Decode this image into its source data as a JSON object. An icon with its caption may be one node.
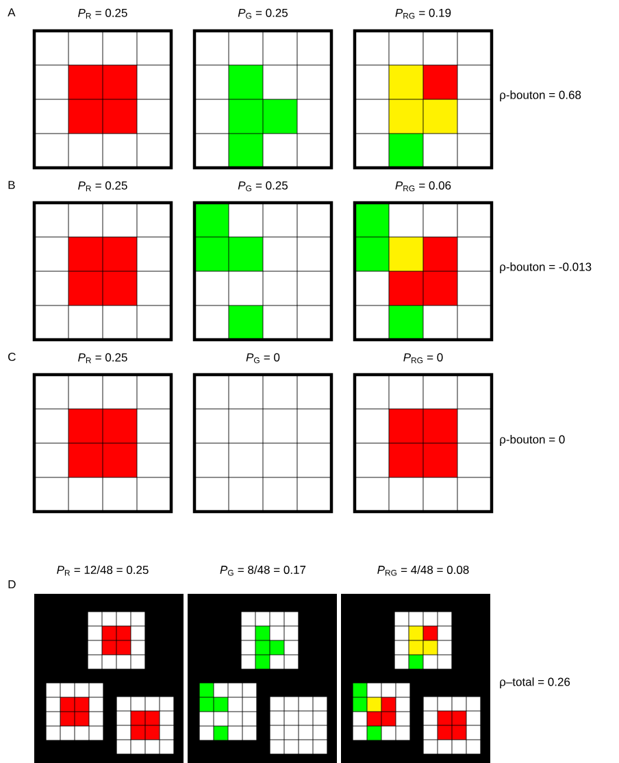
{
  "diagram": {
    "labels": [
      "A",
      "*P*$_{R}$ = 0.25",
      "*P*$_{G}$ = 0.25",
      "*P*$_{RG}$ = 0.19",
      "ρ-bouton = 0.68",
      "B",
      "*P*$_{R}$ = 0.25",
      "*P*$_{G}$ = 0.25",
      "*P*$_{RG}$ = 0.06",
      "ρ-bouton = -0.013",
      "C",
      "*P*$_{R}$ = 0.25",
      "*P*$_{G}$ = 0",
      "*P*$_{RG}$ = 0",
      "ρ-bouton = 0",
      "D",
      "*P*$_{R}$ = 12/48 = 0.25",
      "*P*$_{G}$ = 8/48 = 0.17",
      "*P*$_{RG}$ = 4/48 = 0.08",
      "ρ–total = 0.26"
    ]
  }
}
